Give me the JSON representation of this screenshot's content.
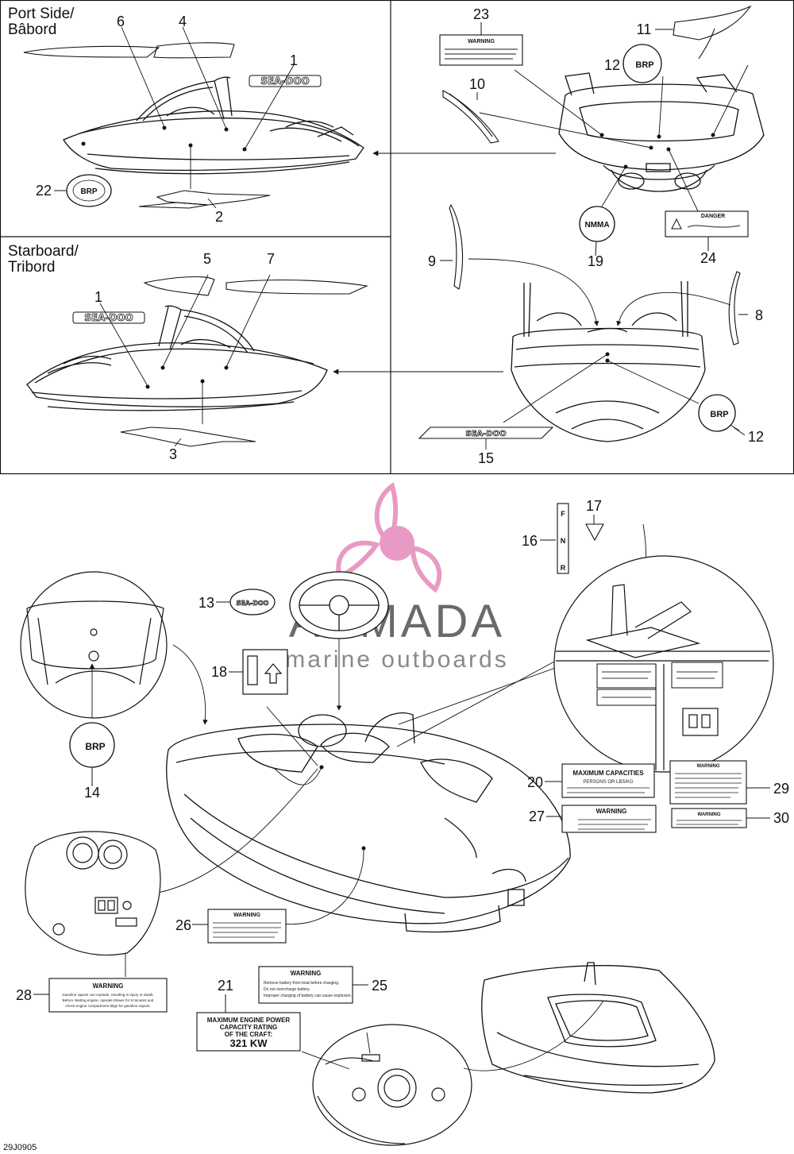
{
  "panels": {
    "port": {
      "line1": "Port Side/",
      "line2": "Bâbord"
    },
    "starboard": {
      "line1": "Starboard/",
      "line2": "Tribord"
    }
  },
  "callouts": [
    "1",
    "2",
    "3",
    "4",
    "5",
    "6",
    "7",
    "8",
    "9",
    "10",
    "11",
    "12",
    "13",
    "14",
    "15",
    "16",
    "17",
    "18",
    "19",
    "20",
    "21",
    "22",
    "23",
    "24",
    "25",
    "26",
    "27",
    "28",
    "29",
    "30"
  ],
  "labels": {
    "l20": {
      "t1": "MAXIMUM CAPACITIES",
      "t2": "PERSONS OR LBS/KG"
    },
    "l21": {
      "t1": "MAXIMUM ENGINE POWER",
      "t2": "CAPACITY RATING",
      "t3": "OF THE CRAFT:",
      "t4": "321 KW"
    },
    "l23": {
      "t1": "WARNING"
    },
    "l24": {
      "t1": "DANGER"
    },
    "l25": {
      "t1": "WARNING",
      "t2": "Remove battery from boat before charging.",
      "t3": "Do not overcharge battery.",
      "t4": "Improper charging of battery can cause explosion."
    },
    "l26": {
      "t1": "WARNING"
    },
    "l27": {
      "t1": "WARNING"
    },
    "l28": {
      "t1": "WARNING",
      "t2": "Gasoline vapors can explode, resulting in injury or death.",
      "t3": "Before starting engine, operate blower for 5 minutes and",
      "t4": "check engine compartment bilge for gasoline vapors."
    },
    "l29": {
      "t1": "WARNING"
    },
    "l30": {
      "t1": "WARNING"
    }
  },
  "badges": {
    "brp": "BRP",
    "seadoo": "SEA-DOO",
    "nmma": "NMMA"
  },
  "shifter": {
    "f": "F",
    "n": "N",
    "r": "R"
  },
  "watermark": {
    "title": "ARMADA",
    "subtitle": "marine outboards"
  },
  "reference": "29J0905",
  "colors": {
    "line": "#111111",
    "watermark_pink": "#e89ac4",
    "background": "#ffffff"
  }
}
